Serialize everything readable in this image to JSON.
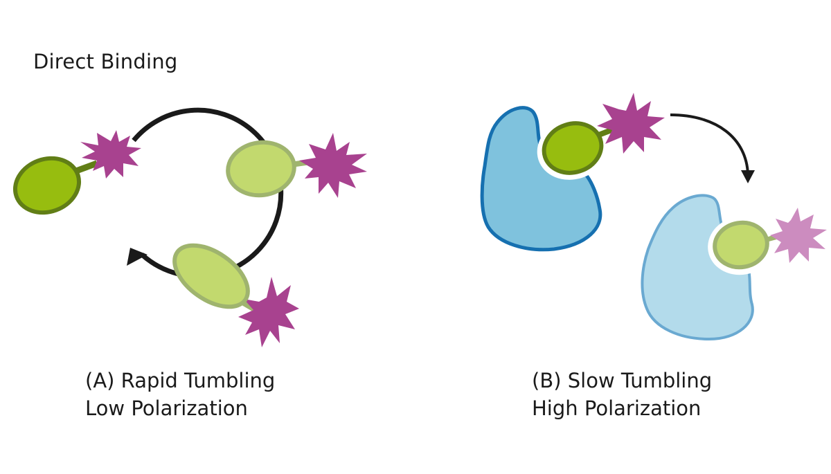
{
  "diagram": {
    "title": "Direct Binding",
    "panel_a": {
      "line1": "(A) Rapid Tumbling",
      "line2": "Low Polarization"
    },
    "panel_b": {
      "line1": "(B) Slow Tumbling",
      "line2": "High Polarization"
    }
  },
  "colors": {
    "ligand_fill": "#97bd0f",
    "ligand_stroke": "#617e16",
    "ligand_faded_fill": "#c2d96e",
    "ligand_faded_stroke": "#9fb46e",
    "fluorophore": "#a8428f",
    "fluorophore_faded": "#cc8cbf",
    "protein_fill": "#7fc2dd",
    "protein_stroke": "#1670b0",
    "protein_faded_fill": "#b3dbeb",
    "protein_faded_stroke": "#6aa9d1",
    "arrow": "#1a1a1a"
  }
}
